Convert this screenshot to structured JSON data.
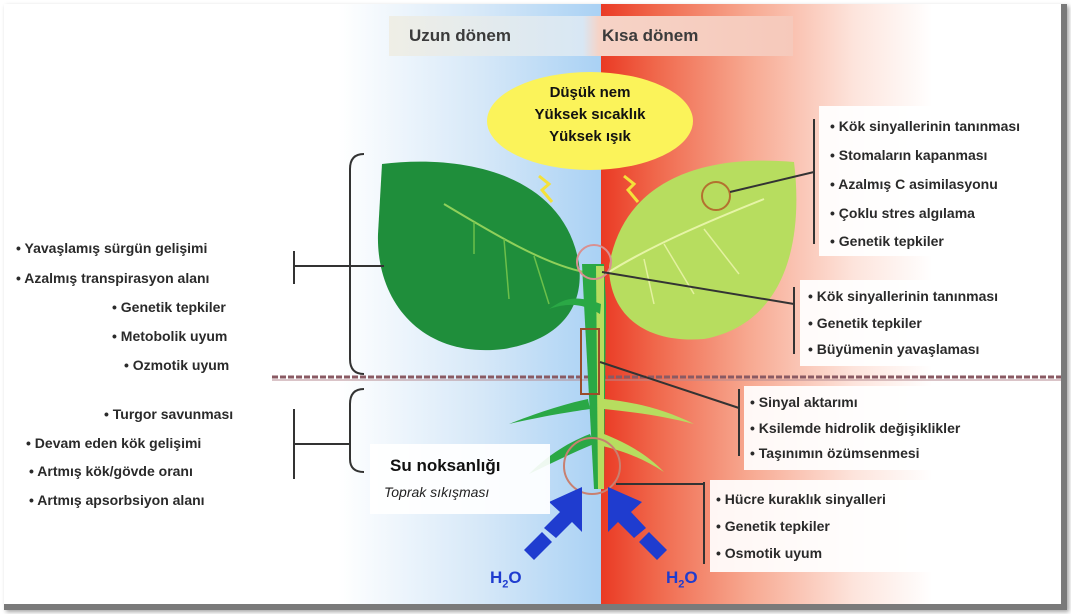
{
  "header": {
    "long_term": "Uzun dönem",
    "short_term": "Kısa dönem"
  },
  "stress_bubble": {
    "lines": [
      "Düşük nem",
      "Yüksek sıcaklık",
      "Yüksek ışık"
    ]
  },
  "left_upper": [
    "• Yavaşlamış sürgün gelişimi",
    "• Azalmış transpirasyon alanı",
    "• Genetik tepkiler",
    "• Metobolik uyum",
    "• Ozmotik uyum"
  ],
  "left_lower": [
    "• Turgor savunması",
    "• Devam eden kök gelişimi",
    "• Artmış kök/gövde oranı",
    "• Artmış apsorbsiyon alanı"
  ],
  "right_leaf": [
    "• Kök sinyallerinin tanınması",
    "• Stomaların kapanması",
    "• Azalmış C asimilasyonu",
    "• Çoklu stres algılama",
    "• Genetik tepkiler"
  ],
  "right_stem_top": [
    "• Kök sinyallerinin tanınması",
    "• Genetik tepkiler",
    "• Büyümenin yavaşlaması"
  ],
  "right_stem_mid": [
    "• Sinyal aktarımı",
    "• Ksilemde hidrolik değişiklikler",
    "• Taşınımın özümsenmesi"
  ],
  "right_root": [
    "• Hücre kuraklık sinyalleri",
    "• Genetik tepkiler",
    "• Osmotik uyum"
  ],
  "soil": {
    "title": "Su noksanlığı",
    "subtitle": "Toprak sıkışması"
  },
  "water": {
    "left": "H",
    "left_sub": "2",
    "left_end": "O",
    "right": "H",
    "right_sub": "2",
    "right_end": "O"
  },
  "colors": {
    "dark_leaf": "#1f8e3b",
    "light_leaf": "#b7dd5f",
    "stem": "#2aa845",
    "bubble": "#fbf35a",
    "water_arrow": "#1f3ccf",
    "left_bg": "#a9d1f4",
    "right_bg": "#ea3a24"
  }
}
